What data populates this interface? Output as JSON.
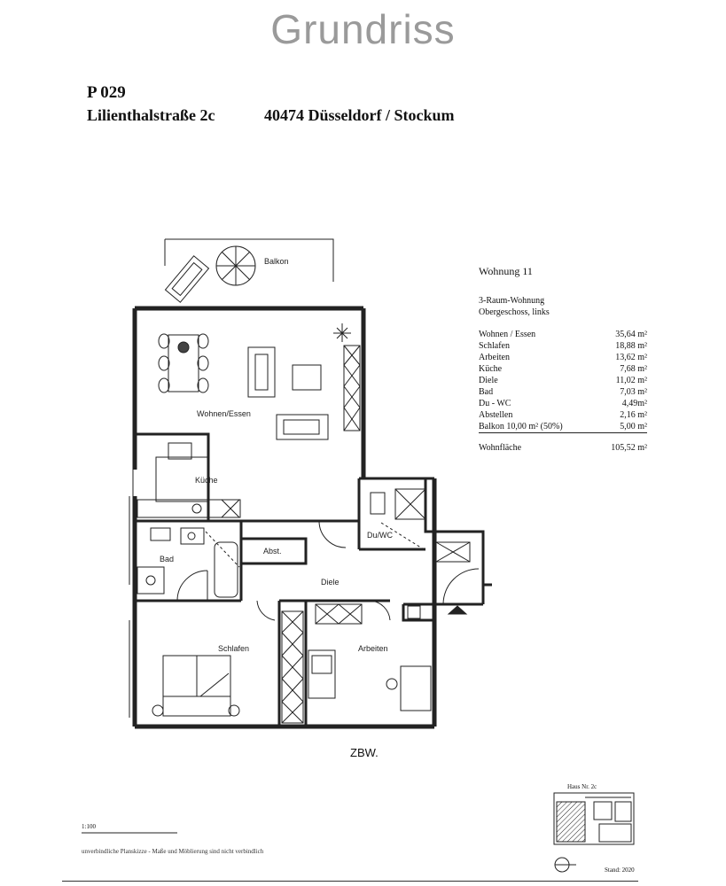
{
  "header": {
    "title": "Grundriss",
    "project": "P 029",
    "street": "Lilienthalstraße 2c",
    "city": "40474 Düsseldorf / Stockum"
  },
  "legend": {
    "heading": "Wohnung 11",
    "sub1": "3-Raum-Wohnung",
    "sub2": "Obergeschoss, links",
    "rows": [
      {
        "name": "Wohnen / Essen",
        "area": "35,64 m²"
      },
      {
        "name": "Schlafen",
        "area": "18,88 m²"
      },
      {
        "name": "Arbeiten",
        "area": "13,62 m²"
      },
      {
        "name": "Küche",
        "area": "7,68 m²"
      },
      {
        "name": "Diele",
        "area": "11,02 m²"
      },
      {
        "name": "Bad",
        "area": "7,03 m²"
      },
      {
        "name": "Du - WC",
        "area": "4,49m²"
      },
      {
        "name": "Abstellen",
        "area": "2,16 m²"
      },
      {
        "name": "Balkon 10,00 m² (50%)",
        "area": "5,00 m²"
      }
    ],
    "total_name": "Wohnfläche",
    "total_area": "105,52 m²"
  },
  "rooms": {
    "balkon": "Balkon",
    "wohnen": "Wohnen/Essen",
    "kueche": "Küche",
    "bad": "Bad",
    "abst": "Abst.",
    "diele": "Diele",
    "duwc": "Du/WC",
    "schlafen": "Schlafen",
    "arbeiten": "Arbeiten"
  },
  "north_label": "ZBW.",
  "footer": {
    "scale": "1:100",
    "note": "unverbindliche Planskizze - Maße und Möblierung sind nicht verbindlich",
    "keyplan": "Haus Nr. 2c",
    "date": "Stand: 2020"
  }
}
